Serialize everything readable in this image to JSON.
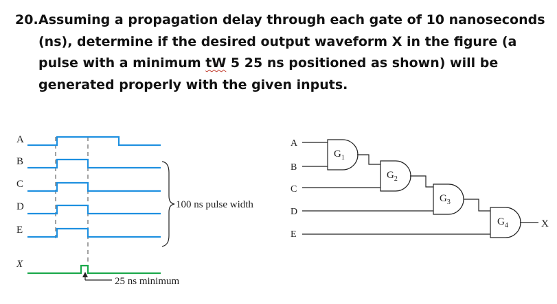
{
  "question": {
    "number": "20.",
    "before": "Assuming a propagation delay through each gate of 10 nanoseconds (ns), determine if the desired output waveform X in the figure (a pulse with a minimum ",
    "tw": "tW",
    "after": " 5 25 ns positioned as shown) will be generated properly with the given inputs."
  },
  "timing": {
    "signals": [
      "A",
      "B",
      "C",
      "D",
      "E"
    ],
    "output_label": "X",
    "brace_label": "100 ns pulse width",
    "min_label": "25 ns minimum"
  },
  "circuit": {
    "inputs": [
      "A",
      "B",
      "C",
      "D",
      "E"
    ],
    "gates": [
      "G",
      "G",
      "G",
      "G"
    ],
    "gate_subscripts": [
      "1",
      "2",
      "3",
      "4"
    ],
    "output": "X"
  },
  "colors": {
    "input_wave": "#1e90e0",
    "output_wave": "#1aa84a",
    "lines": "#222222"
  }
}
